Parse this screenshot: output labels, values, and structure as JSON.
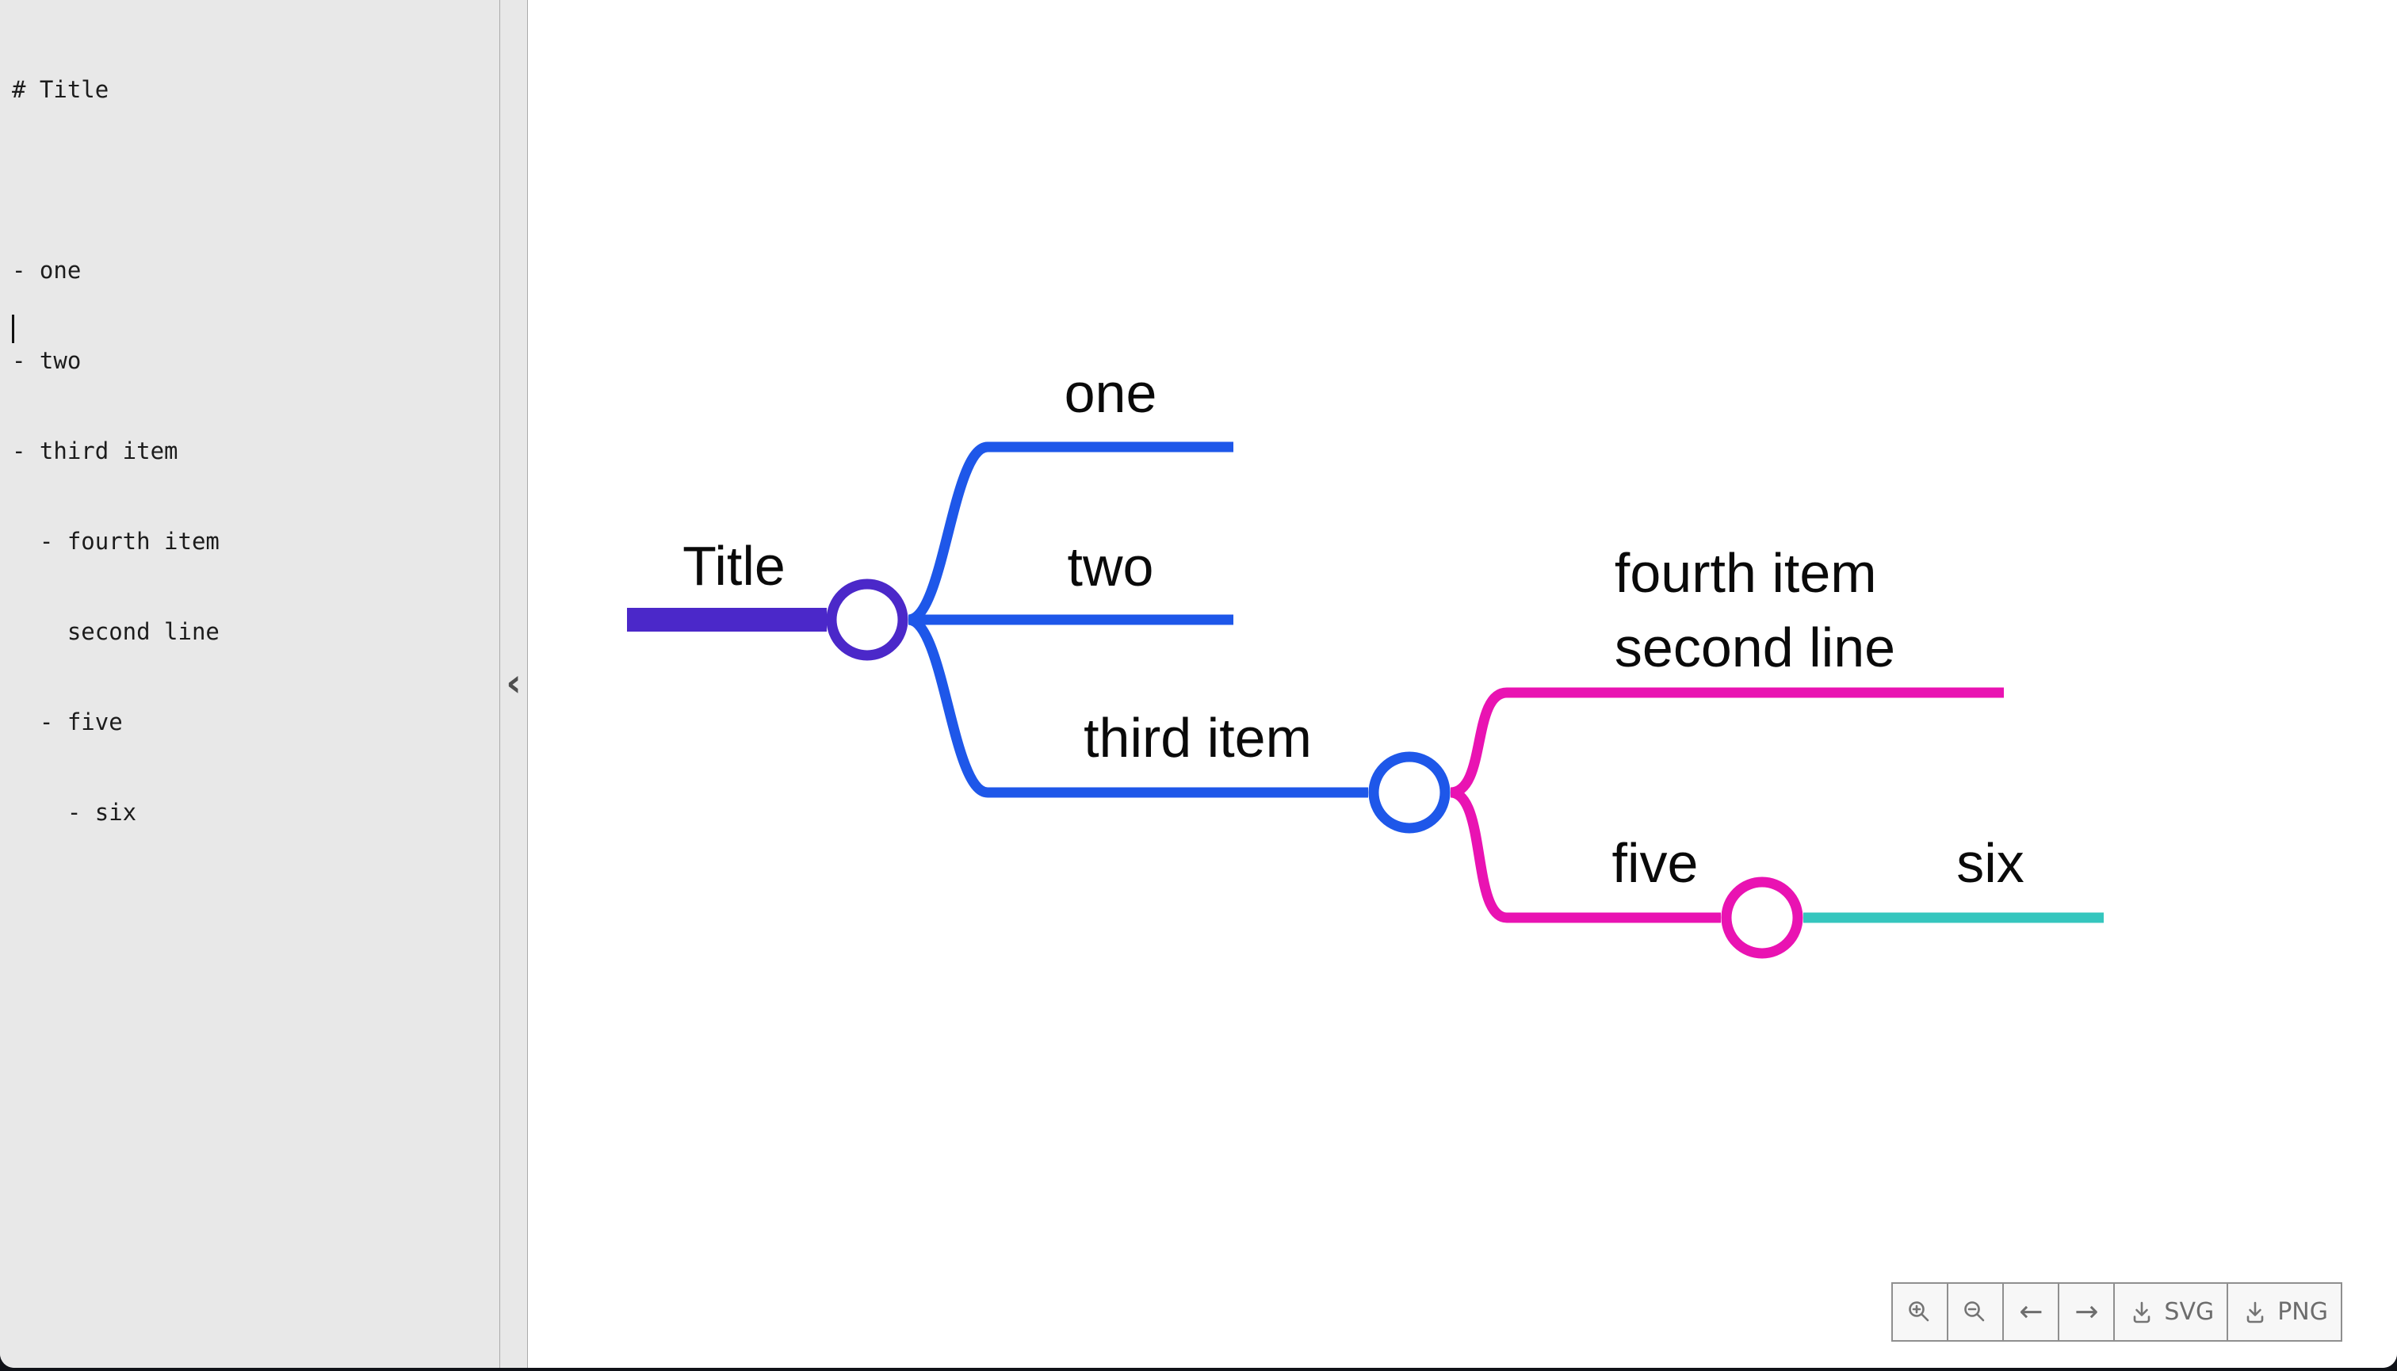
{
  "editor": {
    "background": "#e8e8e8",
    "lines": [
      "# Title",
      "",
      "- one",
      "- two",
      "- third item",
      "  - fourth item",
      "    second line",
      "  - five",
      "    - six",
      ""
    ]
  },
  "panel": {
    "collapse_glyph": "‹"
  },
  "map": {
    "nodes": [
      {
        "id": "root",
        "label": "Title"
      },
      {
        "id": "one",
        "label": "one"
      },
      {
        "id": "two",
        "label": "two"
      },
      {
        "id": "third",
        "label": "third item"
      },
      {
        "id": "fourth",
        "lines": [
          "fourth item",
          "second line"
        ]
      },
      {
        "id": "five",
        "label": "five"
      },
      {
        "id": "six",
        "label": "six"
      }
    ]
  },
  "colors": {
    "root_purple": "#4b28c9",
    "branch_blue": "#1e57e9",
    "branch_magenta": "#e913b2",
    "branch_teal": "#35c6be",
    "circle_fill": "#ffffff",
    "label_text": "#0a0a0a"
  },
  "toolbar": {
    "icons": [
      "zoom-in",
      "zoom-out",
      "arrow-left",
      "arrow-right",
      "download",
      "download"
    ],
    "pan_left_glyph": "←",
    "pan_right_glyph": "→",
    "svg_label": "SVG",
    "png_label": "PNG"
  }
}
